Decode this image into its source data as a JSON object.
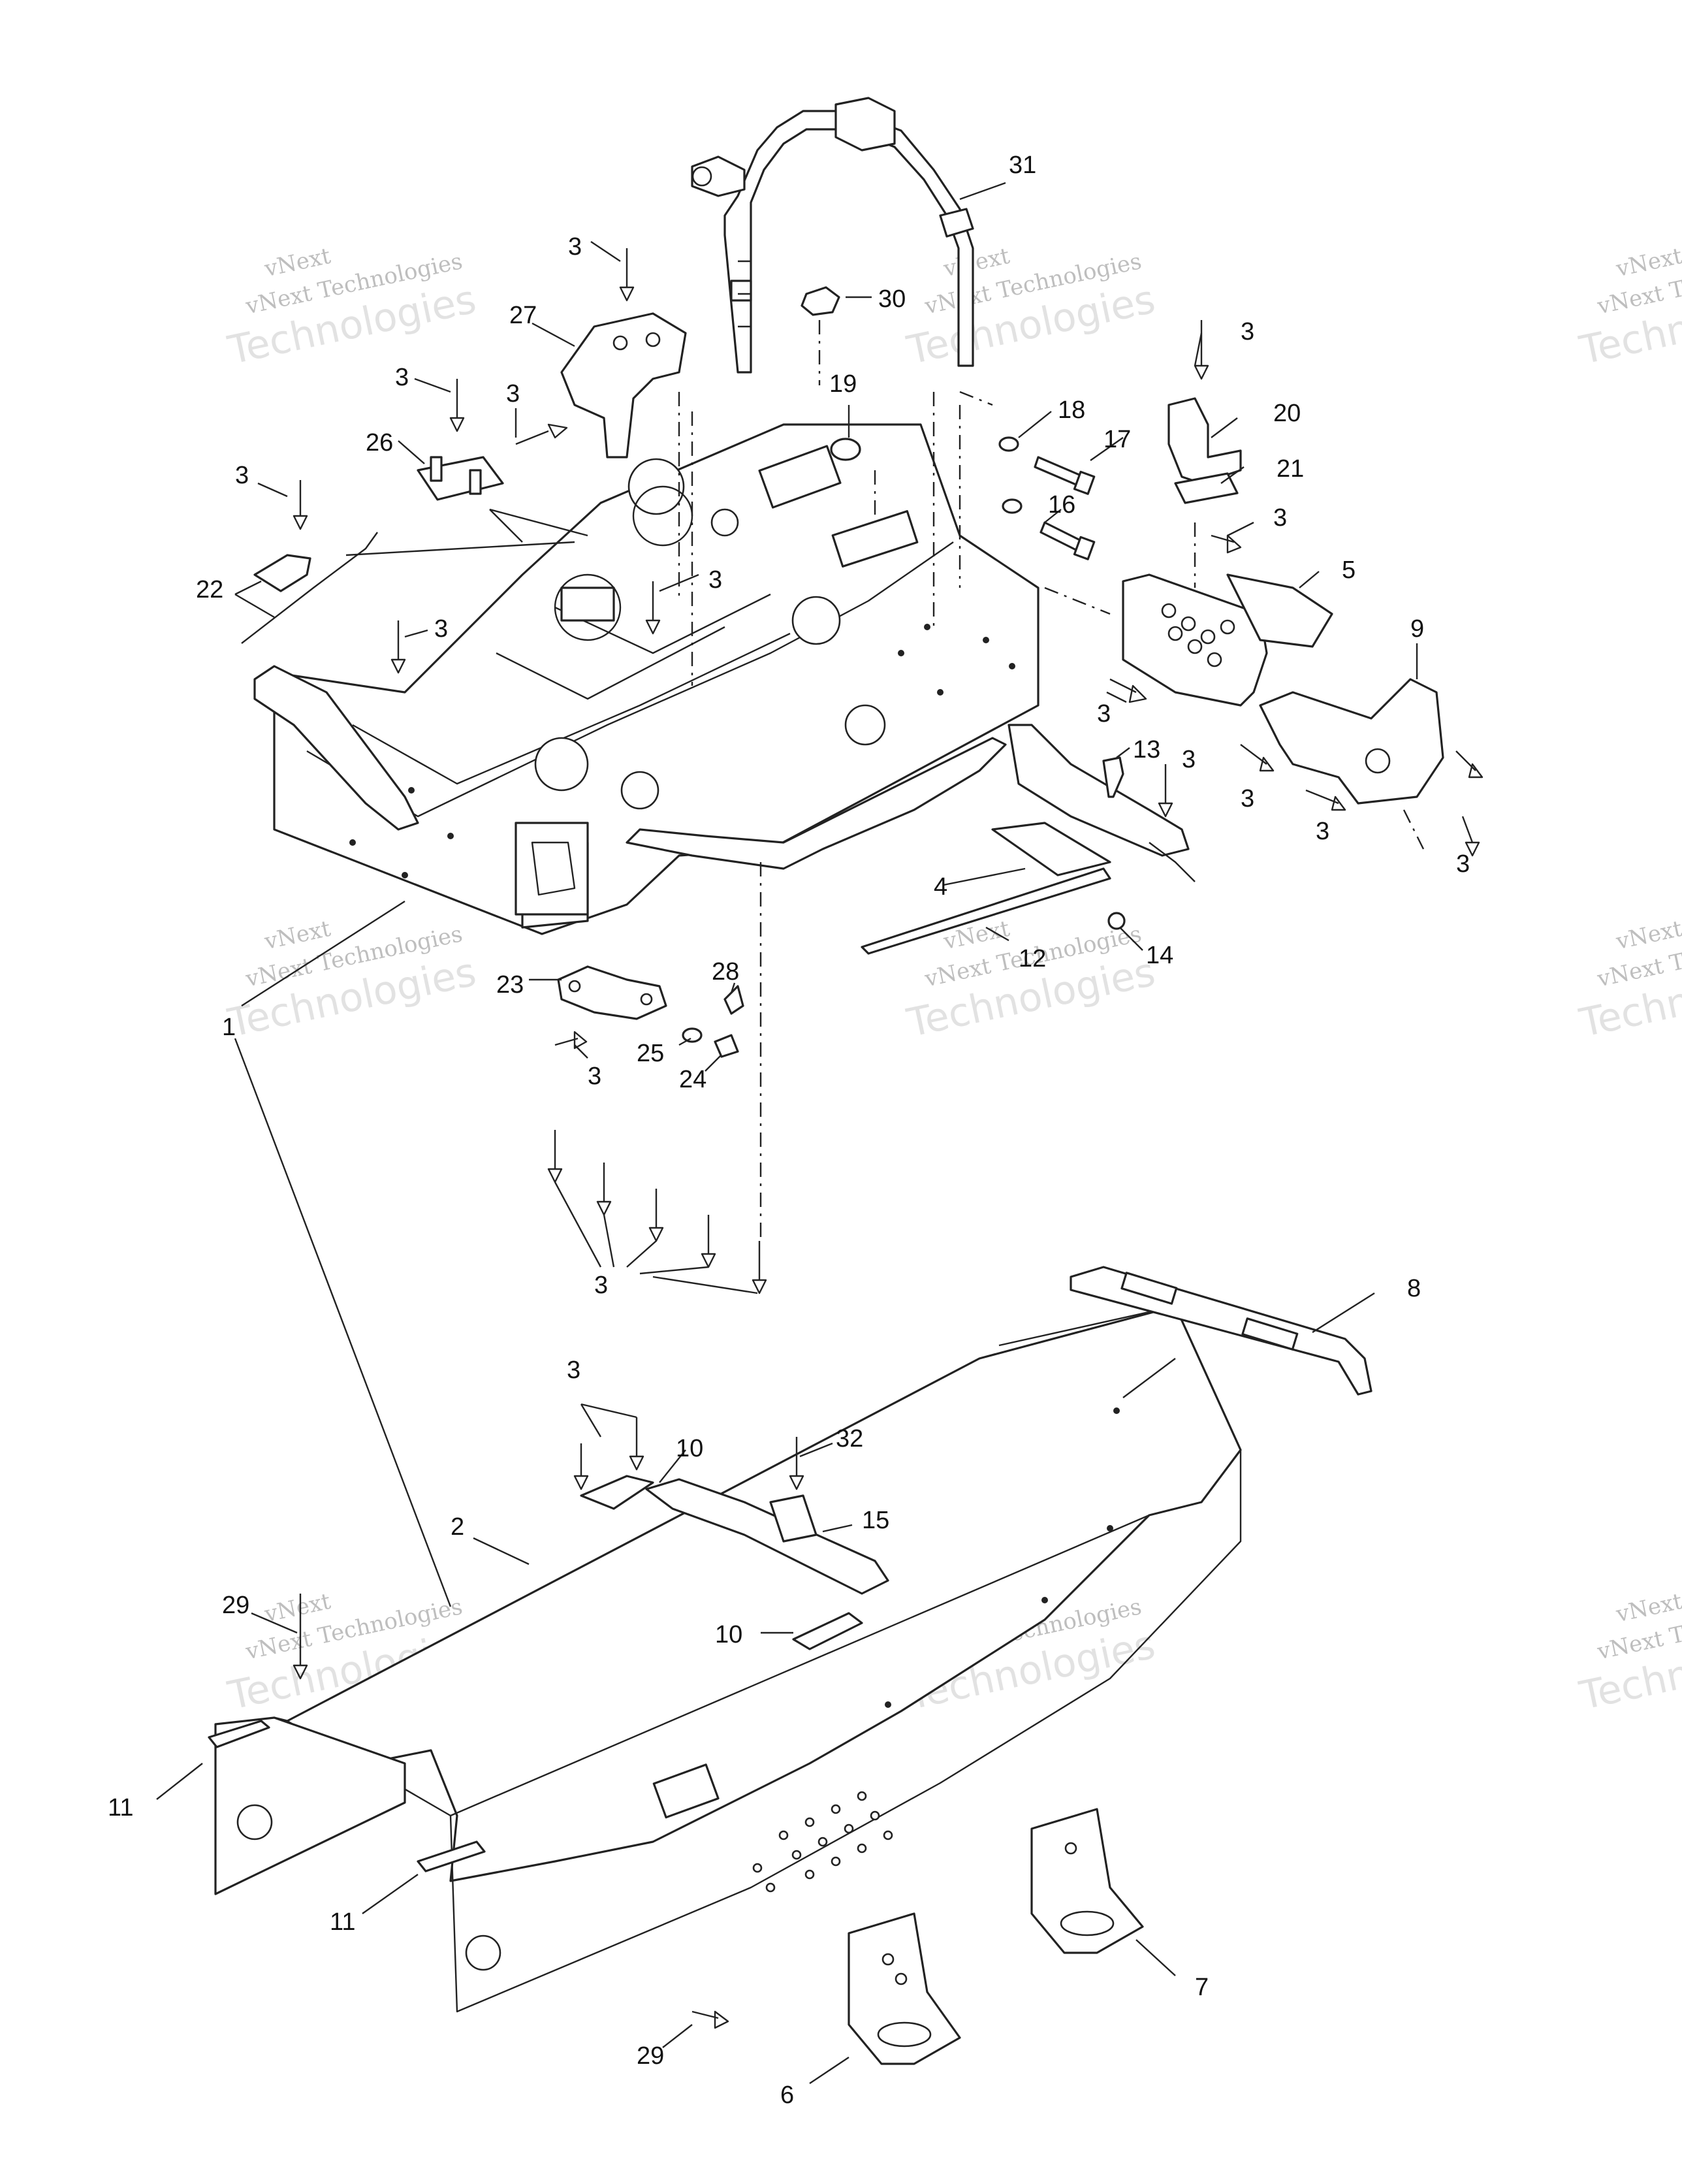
{
  "watermark": {
    "line1": "vNext",
    "line2": "vNext Technologies",
    "line3": "Technologies"
  },
  "callouts": {
    "c1": "1",
    "c2": "2",
    "c3a": "3",
    "c3b": "3",
    "c3c": "3",
    "c3d": "3",
    "c3e": "3",
    "c3f": "3",
    "c3g": "3",
    "c3h": "3",
    "c3i": "3",
    "c3j": "3",
    "c3k": "3",
    "c3l": "3",
    "c3m": "3",
    "c3n": "3",
    "c3o": "3",
    "c3p": "3",
    "c4": "4",
    "c5": "5",
    "c6": "6",
    "c7": "7",
    "c8": "8",
    "c9": "9",
    "c10a": "10",
    "c10b": "10",
    "c11a": "11",
    "c11b": "11",
    "c12": "12",
    "c13": "13",
    "c14": "14",
    "c15": "15",
    "c16": "16",
    "c17": "17",
    "c18": "18",
    "c19": "19",
    "c20": "20",
    "c21": "21",
    "c22": "22",
    "c23": "23",
    "c24": "24",
    "c25": "25",
    "c26": "26",
    "c27": "27",
    "c28": "28",
    "c29a": "29",
    "c29b": "29",
    "c30": "30",
    "c31": "31",
    "c32": "32"
  }
}
